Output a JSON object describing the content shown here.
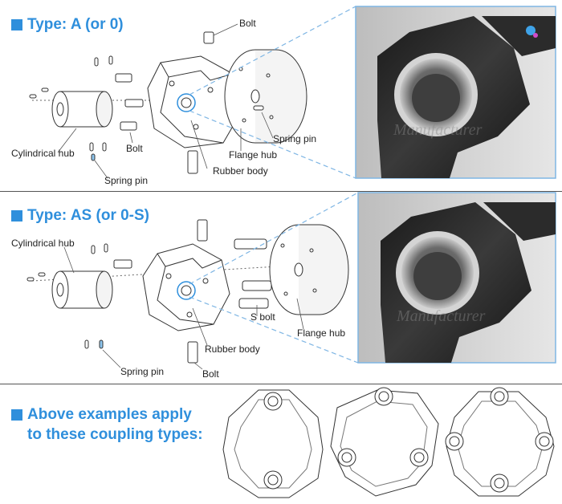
{
  "sections": [
    {
      "title": "Type: A (or 0)",
      "labels": {
        "bolt_top": "Bolt",
        "cylindrical_hub": "Cylindrical hub",
        "bolt_lower": "Bolt",
        "spring_pin_lower": "Spring pin",
        "rubber_body": "Rubber body",
        "flange_hub": "Flange hub",
        "spring_pin_right": "Spring pin"
      },
      "photo": {
        "watermark": "Manufacturer"
      }
    },
    {
      "title": "Type: AS (or 0-S)",
      "labels": {
        "cylindrical_hub": "Cylindrical hub",
        "s_bolt": "S bolt",
        "flange_hub": "Flange hub",
        "rubber_body": "Rubber body",
        "spring_pin": "Spring pin",
        "bolt": "Bolt"
      },
      "photo": {
        "watermark": "Manufacturer"
      }
    }
  ],
  "applies": {
    "line1": "Above examples apply",
    "line2": "to these coupling types:"
  },
  "coupling_types": [
    {
      "name": "two-bolt-type",
      "bolt_count": 2
    },
    {
      "name": "three-bolt-type",
      "bolt_count": 3
    },
    {
      "name": "four-bolt-type",
      "bolt_count": 4
    }
  ],
  "colors": {
    "accent": "#2f8fdc",
    "line": "#333333",
    "photo_dark": "#2a2a2a"
  }
}
